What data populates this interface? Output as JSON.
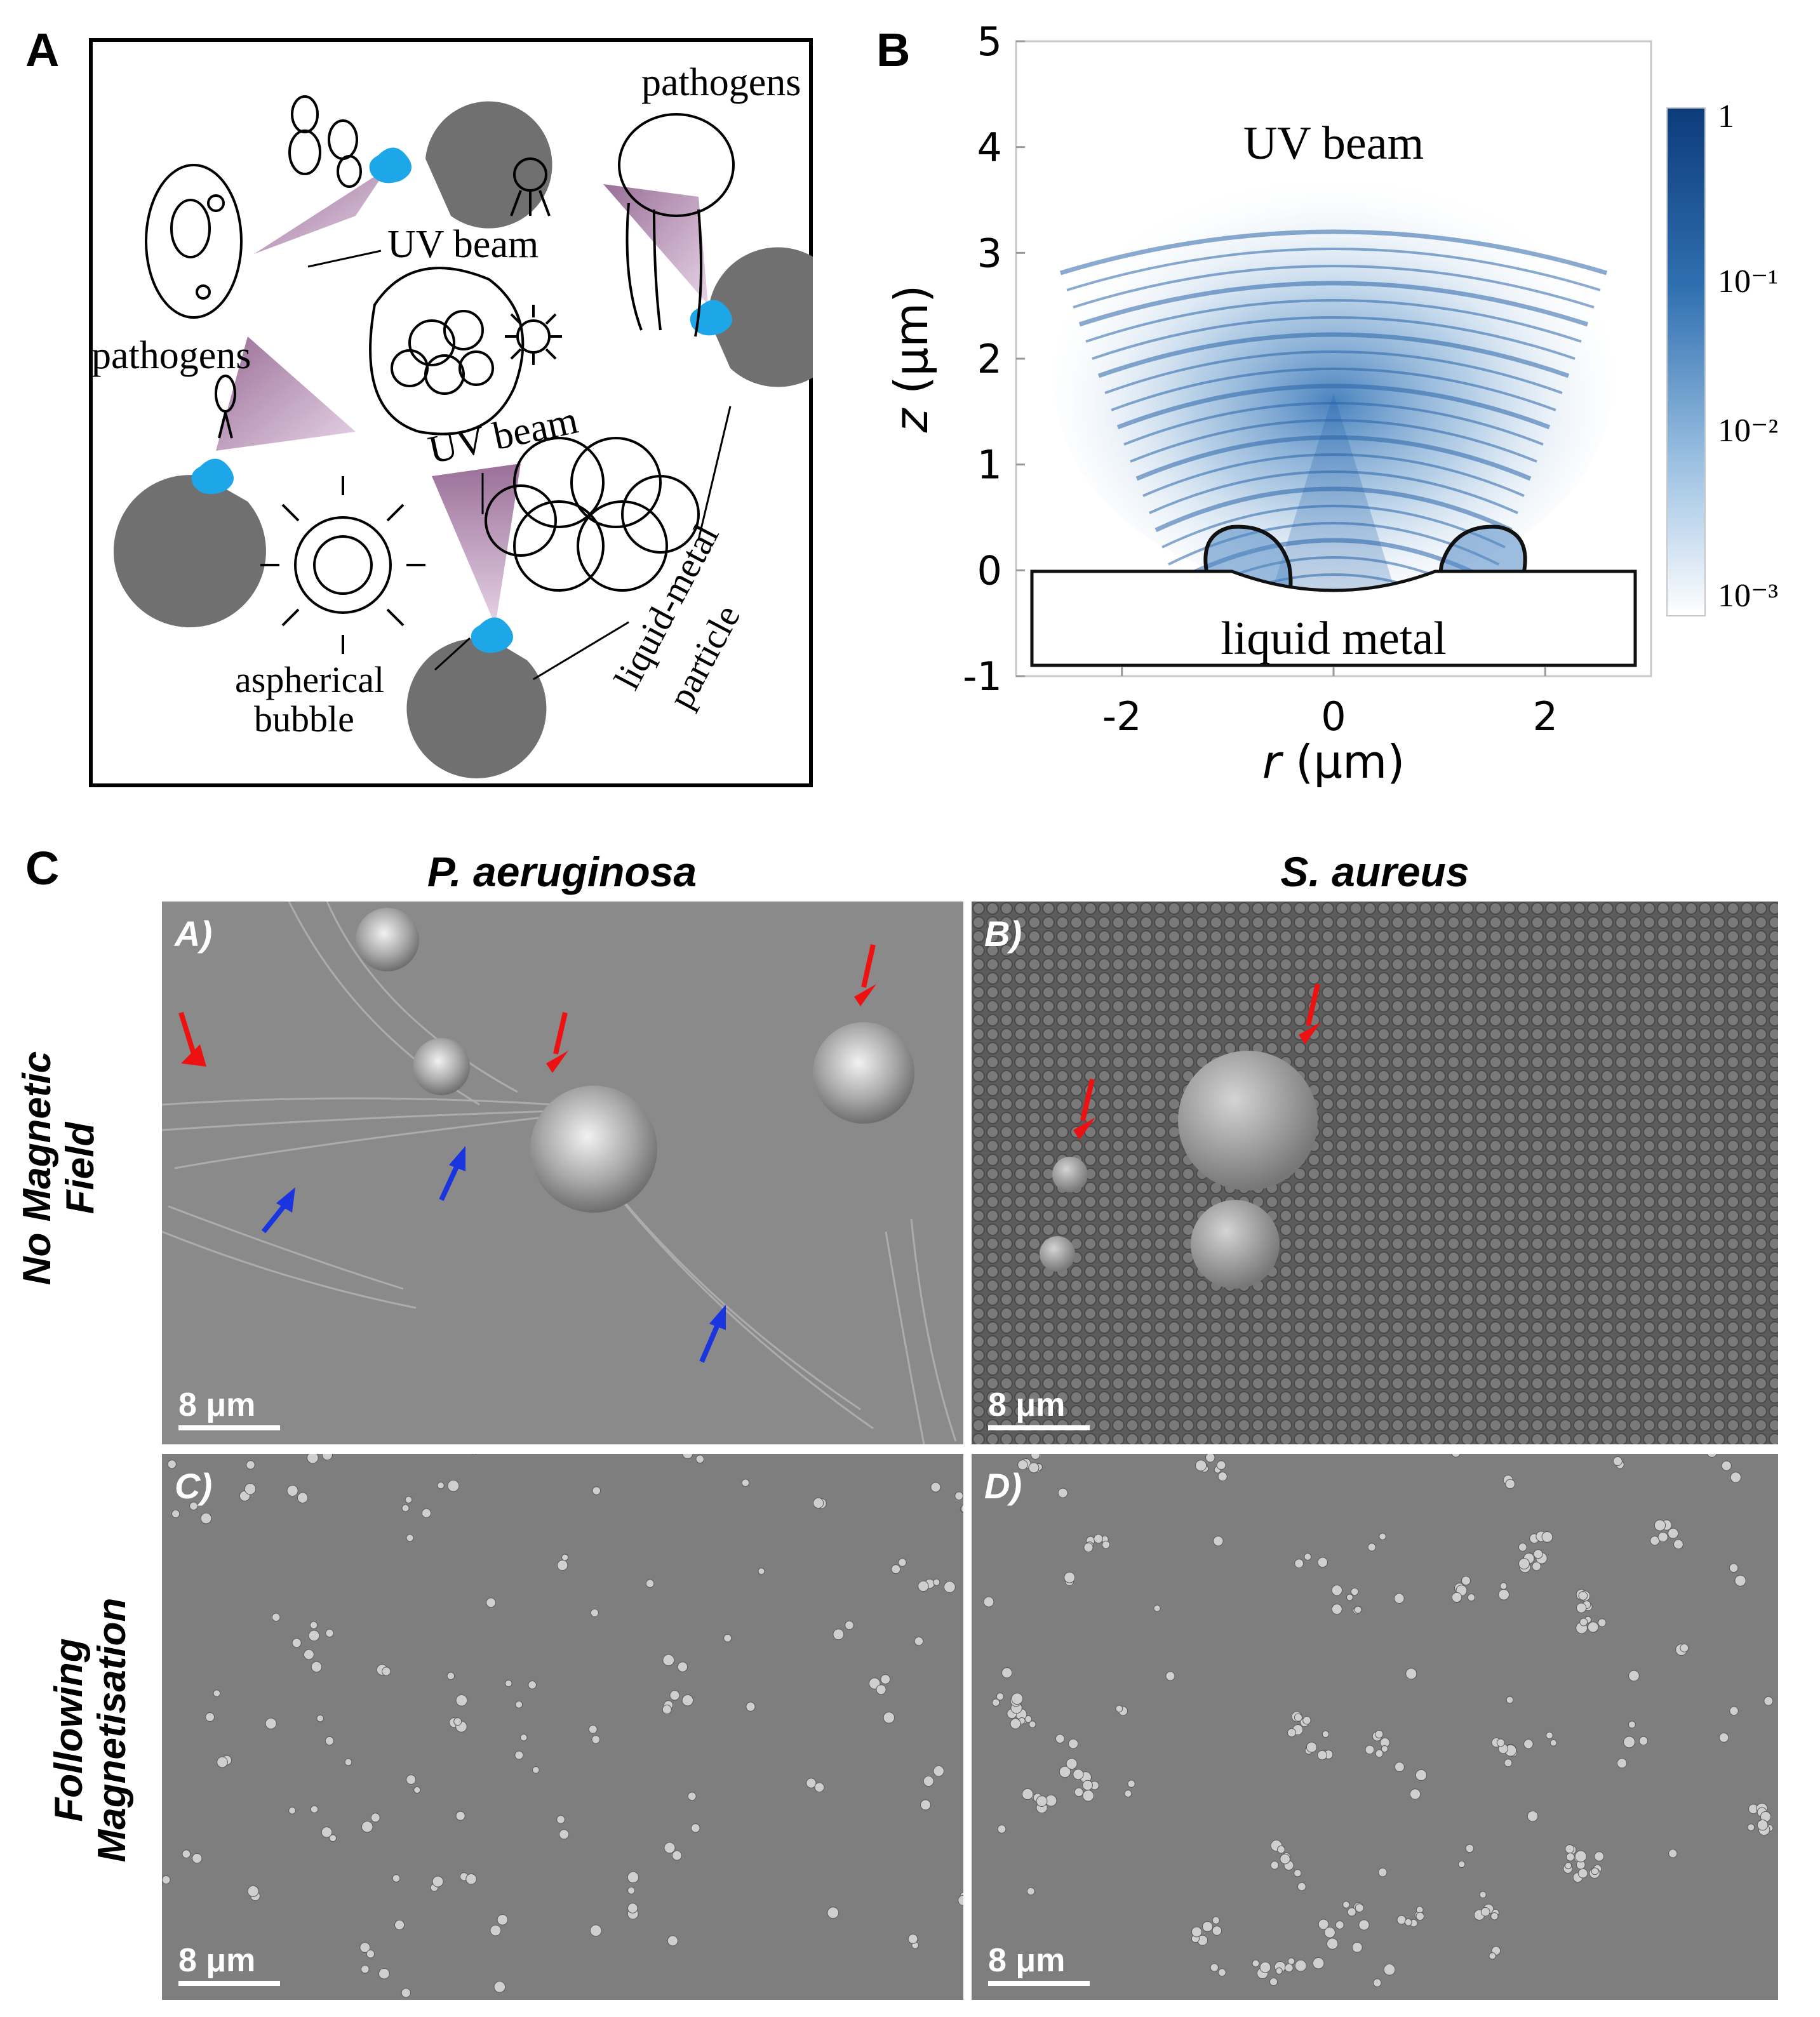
{
  "panels": {
    "A": {
      "letter": "A",
      "labels": {
        "pathogens_top": "pathogens",
        "pathogens_left": "pathogens",
        "uv_beam_1": "UV beam",
        "uv_beam_2": "UV beam",
        "aspherical_bubble": [
          "aspherical",
          "bubble"
        ],
        "liquid_metal_particle": [
          "liquid-metal",
          "particle"
        ]
      }
    },
    "B": {
      "letter": "B",
      "plot_label": "UV beam",
      "body_label": "liquid metal",
      "x_label_var": "r",
      "x_label_unit": " (μm)",
      "y_label_var": "z",
      "y_label_unit": " (μm)",
      "x_ticks": [
        "-2",
        "0",
        "2"
      ],
      "y_ticks": [
        "5",
        "4",
        "3",
        "2",
        "1",
        "0",
        "-1"
      ],
      "colorbar_ticks": [
        "1",
        "10⁻¹",
        "10⁻²",
        "10⁻³"
      ],
      "colors": {
        "beam": "#1f5fa8",
        "colorbar_top": "#0d3b7a"
      }
    },
    "C": {
      "letter": "C",
      "column_titles": [
        "P. aeruginosa",
        "S. aureus"
      ],
      "row_labels": [
        [
          "No Magnetic",
          "Field"
        ],
        [
          "Following",
          "Magnetisation"
        ]
      ],
      "images": [
        {
          "corner": "A)",
          "scale": "8 μm"
        },
        {
          "corner": "B)",
          "scale": "8 μm"
        },
        {
          "corner": "C)",
          "scale": "8 μm"
        },
        {
          "corner": "D)",
          "scale": "8 μm"
        }
      ]
    }
  },
  "chart_data": {
    "type": "heatmap",
    "xlabel": "r (μm)",
    "ylabel": "z (μm)",
    "xlim": [
      -3,
      3
    ],
    "ylim": [
      -1,
      5
    ],
    "x_ticks": [
      -2,
      0,
      2
    ],
    "y_ticks": [
      -1,
      0,
      1,
      2,
      3,
      4,
      5
    ],
    "colorbar": {
      "scale": "log",
      "min": 0.001,
      "max": 1,
      "ticks": [
        "1",
        "10⁻¹",
        "10⁻²",
        "10⁻³"
      ]
    },
    "annotations": [
      "UV beam",
      "liquid metal"
    ],
    "grid": false
  }
}
